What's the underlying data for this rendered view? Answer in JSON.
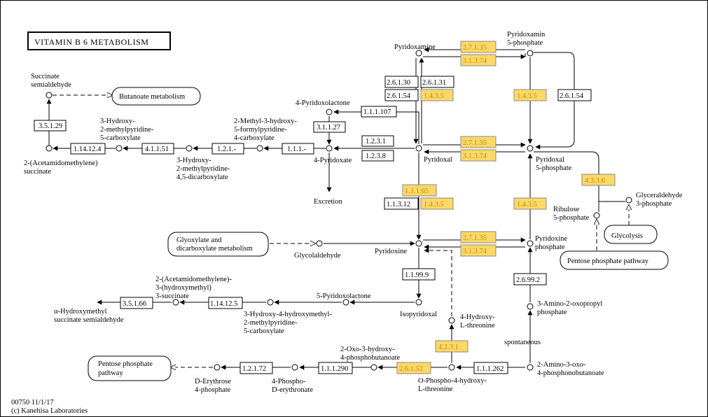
{
  "title": "VITAMIN B 6 METABOLISM",
  "footer": {
    "code": "00750 11/1/17",
    "copyright": "(c) Kanehisa Laboratories"
  },
  "pathways": {
    "butanoate": "Butanoate metabolism",
    "glyoxylate": [
      "Glyoxylate and",
      "dicarboxylate metabolism"
    ],
    "glycolysis": "Glycolysis",
    "ppp_right": "Pentose phosphate pathway",
    "ppp_left": [
      "Pentose phosphate",
      "pathway"
    ]
  },
  "compounds": {
    "succinate_semialdehyde": [
      "Succinate",
      "semialdehyde"
    ],
    "acetamidomethylene_succinate": [
      "2-(Acetamidomethylene)",
      "succinate"
    ],
    "hydroxy_methylpyridine_carboxylate": [
      "3-Hydroxy-",
      "2-methylpyridine-",
      "5-carboxylate"
    ],
    "hydroxy_methylpyridine_dicarboxylate": [
      "3-Hydroxy-",
      "2-methylpyridine-",
      "4,5-dicarboxylate"
    ],
    "methyl_hydroxy_formylpyridine": [
      "2-Methyl-3-hydroxy-",
      "5-formylpyridine-",
      "4-carboxylate"
    ],
    "pyridoxolactone4": "4-Pyridoxolactone",
    "pyridoxate4": "4-Pyridoxate",
    "excretion": "Excretion",
    "pyridoxamine": "Pyridoxamine",
    "pyridoxamine_5p": [
      "Pyridoxamin",
      "5-phosphate"
    ],
    "pyridoxal": "Pyridoxal",
    "pyridoxal_5p": [
      "Pyridoxal",
      "5-phosphate"
    ],
    "pyridoxine": "Pyridoxine",
    "pyridoxine_phosphate": [
      "Pyridoxine",
      "phosphate"
    ],
    "glycolaldehyde": "Glycolaldehyde",
    "ribulose_5p": [
      "Ribulose",
      "5-phosphate"
    ],
    "glyceraldehyde_3p": [
      "Glyceraldehyde",
      "3-phosphate"
    ],
    "acetamidomethylene_hydroxymethyl_succinate": [
      "2-(Acetamidomethylene)-",
      "3-(hydroxymethyl)",
      "3-succinate"
    ],
    "hydroxymethyl_succinate_semialdehyde": [
      "α-Hydroxymethyl",
      "succinate semialdehyde"
    ],
    "pyridoxolactone5": "5-Pyridoxolactone",
    "hydroxy_hydroxymethyl_pyridine": [
      "3-Hydroxy-4-hydroxymethyl-",
      "2-methylpyridine-",
      "5-carboxylate"
    ],
    "isopyridoxal": "Isopyridoxal",
    "hydroxy_threonine4": [
      "4-Hydroxy-",
      "L-threonine"
    ],
    "amino_oxopropyl_phosphate": [
      "3-Amino-2-oxopropyl",
      "phosphate"
    ],
    "spontaneous": "spontaneous",
    "amino_oxo_phosphonobutanoate": [
      "2-Amino-3-oxo-",
      "4-phosphonobutanoate"
    ],
    "oxo_hydroxy_phosphobutanoate": [
      "2-Oxo-3-hydroxy-",
      "4-phosphobutanoate"
    ],
    "phospho_hydroxy_threonine": [
      "O-Phospho-4-hydroxy-",
      "L-threonine"
    ],
    "erythronate_phospho": [
      "4-Phospho-",
      "D-erythronate"
    ],
    "erythrose_4p": [
      "D-Erythrose",
      "4-phosphate"
    ]
  },
  "enzymes": {
    "e3_5_1_29": "3.5.1.29",
    "e1_14_12_4": "1.14.12.4",
    "e4_1_1_51": "4.1.1.51",
    "e1_2_1": "1.2.1.-",
    "e1_1_1": "1.1.1.-",
    "e3_1_1_27": "3.1.1.27",
    "e1_1_1_107": "1.1.1.107",
    "e1_2_3_1": "1.2.3.1",
    "e1_2_3_8": "1.2.3.8",
    "e2_6_1_30": "2.6.1.30",
    "e2_6_1_31": "2.6.1.31",
    "e2_6_1_54a": "2.6.1.54",
    "e1_4_3_5a": "1.4.3.5",
    "e2_7_1_35a": "2.7.1.35",
    "e3_1_3_74a": "3.1.3.74",
    "e1_4_3_5b": "1.4.3.5",
    "e2_6_1_54b": "2.6.1.54",
    "e2_7_1_35b": "2.7.1.35",
    "e3_1_3_74b": "3.1.3.74",
    "e4_3_3_6": "4.3.3.6",
    "e1_1_1_65": "1.1.1.65",
    "e1_1_3_12": "1.1.3.12",
    "e1_4_3_5c": "1.4.3.5",
    "e1_4_3_5d": "1.4.3.5",
    "e2_7_1_35c": "2.7.1.35",
    "e3_1_3_74c": "3.1.3.74",
    "e1_1_99_9": "1.1.99.9",
    "e2_6_99_2": "2.6.99.2",
    "e3_5_1_66": "3.5.1.66",
    "e1_14_12_5": "1.14.12.5",
    "e4_2_3_1": "4.2.3.1",
    "e2_6_1_52": "2.6.1.52",
    "e1_1_1_262": "1.1.1.262",
    "e1_1_1_290": "1.1.1.290",
    "e1_2_1_72": "1.2.1.72"
  }
}
